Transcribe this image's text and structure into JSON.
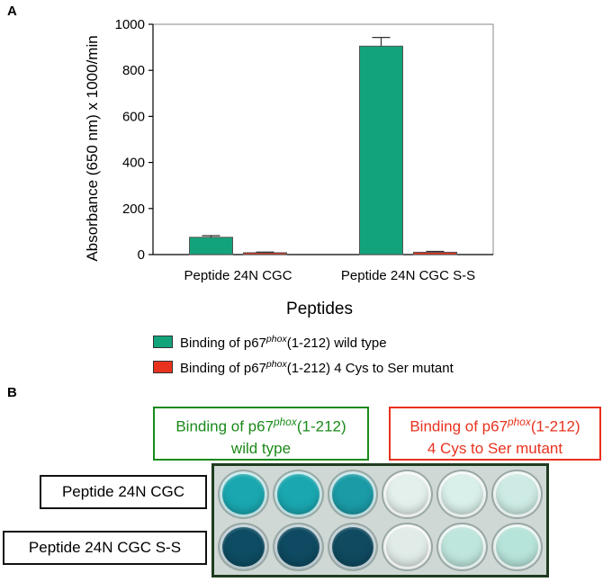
{
  "panels": {
    "a": "A",
    "b": "B"
  },
  "colors": {
    "wild_type": "#13a37a",
    "mutant": "#e8321e",
    "green_text": "#1a8a1a",
    "red_text": "#e8321e"
  },
  "chart_data": {
    "type": "bar",
    "categories": [
      "Peptide 24N CGC",
      "Peptide 24N CGC S-S"
    ],
    "series": [
      {
        "name": "Binding of p67phox(1-212) wild type",
        "values": [
          75,
          905
        ],
        "errors": [
          7,
          38
        ],
        "color": "#13a37a"
      },
      {
        "name": "Binding of p67phox(1-212) 4 Cys to Ser mutant",
        "values": [
          8,
          10
        ],
        "errors": [
          3,
          4
        ],
        "color": "#e8321e"
      }
    ],
    "xlabel": "Peptides",
    "ylabel": "Absorbance (650 nm) x 1000/min",
    "ylim": [
      0,
      1000
    ],
    "yticks": [
      "0",
      "200",
      "400",
      "600",
      "800",
      "1000"
    ],
    "grid": false,
    "legend_placement": "bottom"
  },
  "legend": [
    {
      "pre": "Binding of p67",
      "sup": "phox",
      "post": "(1-212) wild type"
    },
    {
      "pre": "Binding of p67",
      "sup": "phox",
      "post": "(1-212) 4 Cys to Ser mutant"
    }
  ],
  "panel_b": {
    "header_wt": {
      "line1_pre": "Binding of p67",
      "sup": "phox",
      "line1_post": "(1-212)",
      "line2": "wild type"
    },
    "header_mut": {
      "line1_pre": "Binding of p67",
      "sup": "phox",
      "line1_post": "(1-212)",
      "line2": "4 Cys to Ser mutant"
    },
    "row_labels": [
      "Peptide 24N CGC",
      "Peptide 24N CGC S-S"
    ],
    "wells": [
      [
        "#1aa7b0",
        "#1aa7b0",
        "#1a9ba6",
        "#e4f0ec",
        "#d9efe9",
        "#cdebe4"
      ],
      [
        "#0d4c63",
        "#0e4a61",
        "#0f4a60",
        "#e1ece8",
        "#bfe6dd",
        "#b7e4da"
      ]
    ]
  }
}
